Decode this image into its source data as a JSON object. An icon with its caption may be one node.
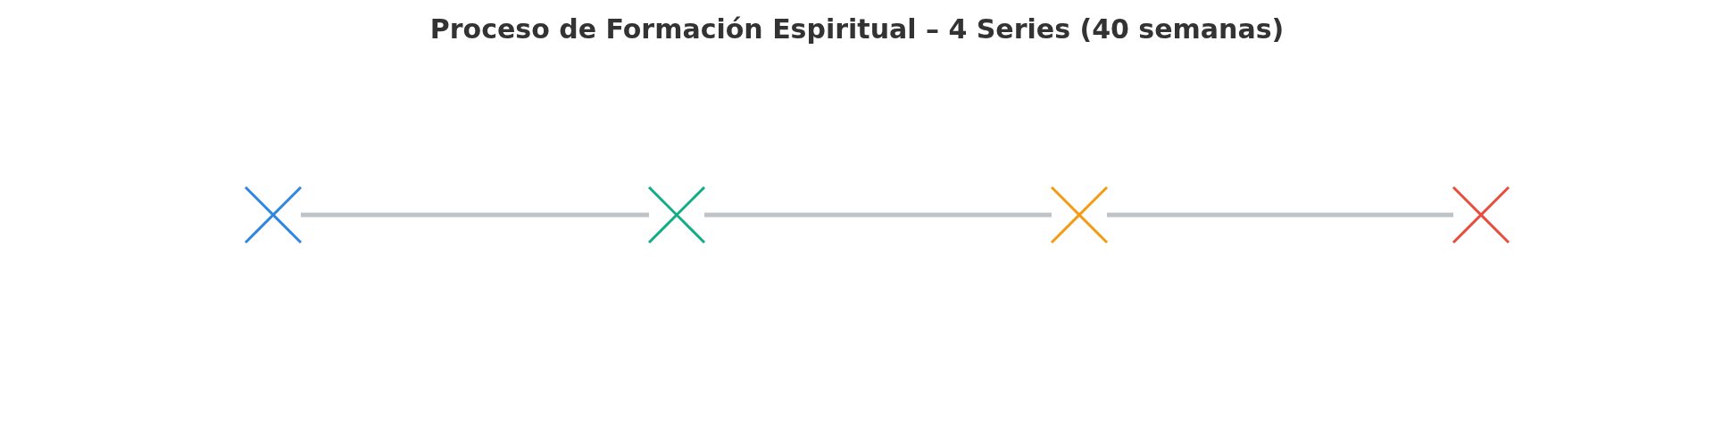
{
  "diagram": {
    "title": "Proceso de Formación Espiritual – 4 Series (40 semanas)",
    "nodes": [
      {
        "text": [],
        "shape": "cross"
      },
      {
        "text": [],
        "shape": "cross"
      },
      {
        "text": [],
        "shape": "cross"
      },
      {
        "text": [],
        "shape": "cross"
      }
    ],
    "edges": [
      {
        "from": 0,
        "to": 1,
        "arrow": "none"
      },
      {
        "from": 1,
        "to": 2,
        "arrow": "none"
      },
      {
        "from": 2,
        "to": 3,
        "arrow": "none"
      }
    ]
  }
}
